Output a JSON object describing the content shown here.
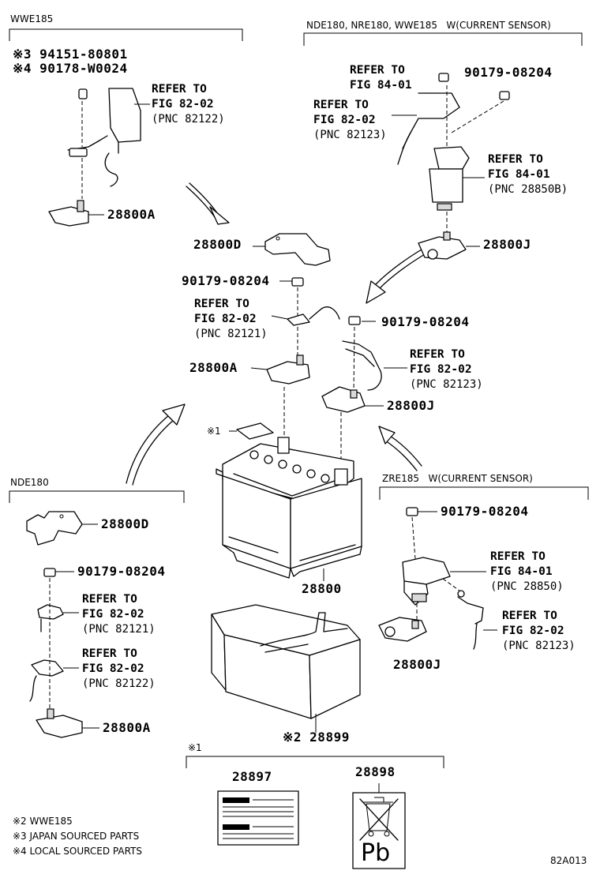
{
  "sections": {
    "top_left": "WWE185",
    "top_right": "NDE180, NRE180, WWE185   W(CURRENT SENSOR)",
    "mid_left": "NDE180",
    "mid_right": "ZRE185   W(CURRENT SENSOR)",
    "labels": "※1"
  },
  "top_left": {
    "bolt_line1": "※3 94151-80801",
    "bolt_line2": "※4 90178-W0024",
    "ref_1": "REFER TO",
    "ref_2": "FIG 82-02",
    "ref_3": "(PNC 82122)",
    "terminal": "28800A"
  },
  "top_right": {
    "refA_1": "REFER TO",
    "refA_2": "FIG 84-01",
    "nut": "90179-08204",
    "refB_1": "REFER TO",
    "refB_2": "FIG 82-02",
    "refB_3": "(PNC 82123)",
    "refC_1": "REFER TO",
    "refC_2": "FIG 84-01",
    "refC_3": "(PNC 28850B)",
    "terminal": "28800J"
  },
  "center": {
    "cover": "28800D",
    "nut": "90179-08204",
    "ref_1": "REFER TO",
    "ref_2": "FIG 82-02",
    "ref_3": "(PNC 82121)",
    "terminal_a": "28800A",
    "nut_right": "90179-08204",
    "refR_1": "REFER TO",
    "refR_2": "FIG 82-02",
    "refR_3": "(PNC 82123)",
    "terminal_j": "28800J",
    "label_mark": "※1",
    "battery": "28800",
    "tray": "※2 28899"
  },
  "mid_left": {
    "cover": "28800D",
    "nut": "90179-08204",
    "refA_1": "REFER TO",
    "refA_2": "FIG 82-02",
    "refA_3": "(PNC 82121)",
    "refB_1": "REFER TO",
    "refB_2": "FIG 82-02",
    "refB_3": "(PNC 82122)",
    "terminal": "28800A"
  },
  "mid_right": {
    "nut": "90179-08204",
    "refA_1": "REFER TO",
    "refA_2": "FIG 84-01",
    "refA_3": "(PNC 28850)",
    "refB_1": "REFER TO",
    "refB_2": "FIG 82-02",
    "refB_3": "(PNC 82123)",
    "terminal": "28800J"
  },
  "labels": {
    "caution": "28897",
    "recycle": "28898",
    "pb": "Pb"
  },
  "notes": {
    "n2": "※2 WWE185",
    "n3": "※3 JAPAN SOURCED PARTS",
    "n4": "※4 LOCAL SOURCED PARTS"
  },
  "figure_id": "82A013"
}
